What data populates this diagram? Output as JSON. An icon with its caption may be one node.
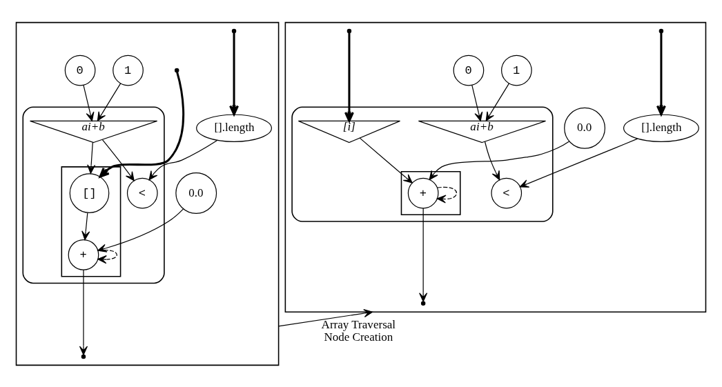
{
  "diagram": {
    "nodes": [
      {
        "text": [],
        "shape": "box"
      },
      {
        "text": [
          "[].length"
        ],
        "in": 0
      },
      {
        "text": [
          "0.0"
        ],
        "in": 0
      },
      {
        "text": [
          "1"
        ],
        "in": 0
      },
      {
        "text": [
          "0"
        ],
        "in": 0
      },
      {
        "text": [],
        "shape": "box",
        "in": 0
      },
      {
        "text": [
          "ai+b"
        ],
        "in": 5
      },
      {
        "text": [],
        "shape": "box",
        "in": 5
      },
      {
        "text": [
          "[]"
        ],
        "in": 7
      },
      {
        "text": [
          "+"
        ],
        "in": 7
      },
      {
        "text": [
          "<"
        ],
        "in": 5
      },
      {
        "text": [],
        "shape": "box"
      },
      {
        "text": [
          "[].length"
        ],
        "in": 11
      },
      {
        "text": [
          "0.0"
        ],
        "in": 11
      },
      {
        "text": [
          "1"
        ],
        "in": 11
      },
      {
        "text": [
          "0"
        ],
        "in": 11
      },
      {
        "text": [],
        "shape": "box",
        "in": 11
      },
      {
        "text": [
          "[i]"
        ],
        "in": 16
      },
      {
        "text": [
          "ai+b"
        ],
        "in": 16
      },
      {
        "text": [],
        "shape": "box",
        "in": 16
      },
      {
        "text": [
          "+"
        ],
        "in": 19
      },
      {
        "text": [
          "<"
        ],
        "in": 16
      }
    ],
    "edges": [
      {
        "from": null,
        "to": 1,
        "arrow": "to",
        "style": "thick"
      },
      {
        "from": null,
        "to": 8,
        "arrow": "to",
        "style": "thick"
      },
      {
        "from": 2,
        "to": 9,
        "arrow": "to"
      },
      {
        "from": 3,
        "to": 6,
        "arrow": "to"
      },
      {
        "from": 4,
        "to": 6,
        "arrow": "to"
      },
      {
        "from": 6,
        "to": 8,
        "arrow": "to"
      },
      {
        "from": 8,
        "to": 9,
        "arrow": "to"
      },
      {
        "from": 6,
        "to": 10,
        "arrow": "to"
      },
      {
        "from": 1,
        "to": 10,
        "arrow": "to"
      },
      {
        "from": 9,
        "to": 9,
        "arrow": "to",
        "style": "dashed"
      },
      {
        "from": 9,
        "to": null,
        "arrow": "to"
      },
      {
        "from": null,
        "to": 12,
        "arrow": "to",
        "style": "thick"
      },
      {
        "from": null,
        "to": 17,
        "arrow": "to",
        "style": "thick"
      },
      {
        "from": 13,
        "to": 20,
        "arrow": "to"
      },
      {
        "from": 14,
        "to": 18,
        "arrow": "to"
      },
      {
        "from": 15,
        "to": 18,
        "arrow": "to"
      },
      {
        "from": 17,
        "to": 20,
        "arrow": "to"
      },
      {
        "from": 18,
        "to": 21,
        "arrow": "to"
      },
      {
        "from": 12,
        "to": 21,
        "arrow": "to"
      },
      {
        "from": 20,
        "to": 20,
        "arrow": "to",
        "style": "dashed"
      },
      {
        "from": 20,
        "to": null,
        "arrow": "to"
      },
      {
        "from": 0,
        "to": 11,
        "arrow": "to",
        "label": "Array Traversal Node Creation"
      }
    ]
  }
}
